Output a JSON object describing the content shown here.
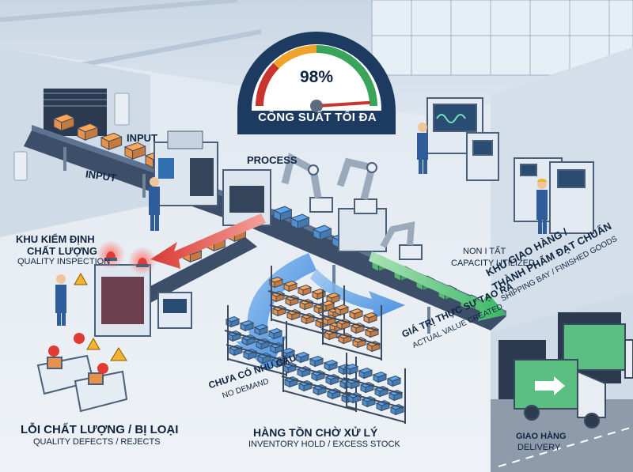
{
  "gauge": {
    "value_text": "98%",
    "value_fraction": 0.98,
    "title": "CÔNG SUẤT TỐI ĐA",
    "colors": [
      "#c9342f",
      "#f0a32a",
      "#3aa45a"
    ]
  },
  "labels": {
    "input_top": "INPUT",
    "input_side": "INPUT",
    "process": "PROCESS",
    "quality_vi_1": "KHU KIỂM ĐỊNH",
    "quality_vi_2": "CHẤT LƯỢNG",
    "quality_en": "QUALITY INSPECTION",
    "capacity_vi": "NON I TẤT",
    "capacity_en": "CAPACITY UTILIZED",
    "shipping_vi_1": "KHU GIAO HÀNG /",
    "shipping_vi_2": "THÀNH PHẨM ĐẠT CHUẨN",
    "shipping_en": "SHIPPING BAY / FINISHED GOODS",
    "value_vi": "GIÁ TRỊ THỰC SỰ TẠO RA",
    "value_en": "ACTUAL VALUE CREATED",
    "no_demand_vi": "CHƯA CÓ NHU CẦU",
    "no_demand_en": "NO DEMAND",
    "defects_vi": "LỖI CHẤT LƯỢNG / BỊ LOẠI",
    "defects_en": "QUALITY DEFECTS / REJECTS",
    "inventory_vi": "HÀNG TỒN CHỜ XỬ LÝ",
    "inventory_en": "INVENTORY HOLD / EXCESS STOCK",
    "delivery_vi": "GIAO HÀNG",
    "delivery_en": "DELIVERY"
  },
  "colors": {
    "navy": "#0f2440",
    "conveyor": "#3d4f68",
    "box_orange": "#e8914a",
    "box_blue": "#4f8fd0",
    "box_green": "#56b974",
    "arrow_red": "#e0413a",
    "arrow_blue": "#3f8de0",
    "arrow_green": "#4cbf6e"
  }
}
